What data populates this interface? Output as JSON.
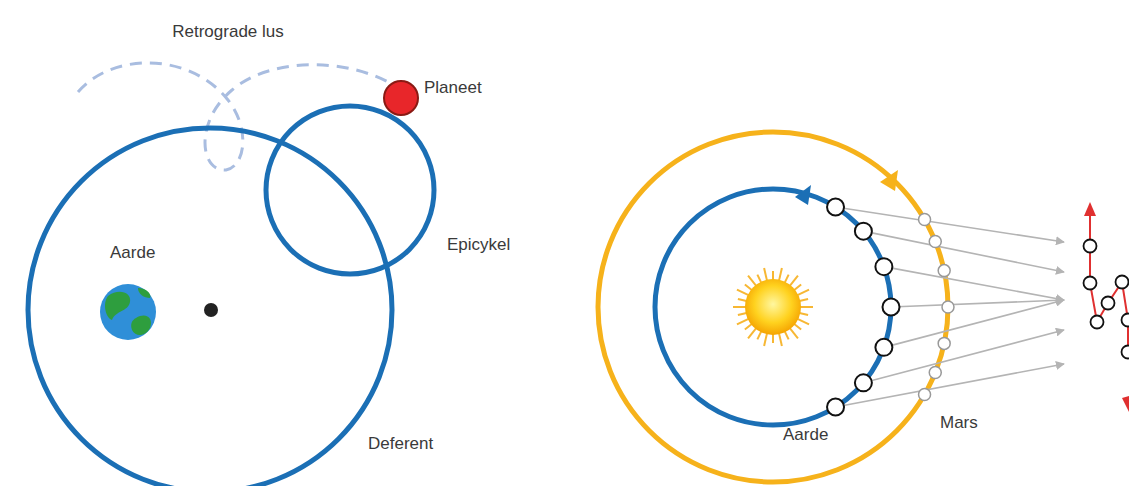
{
  "diagram": {
    "labels": [
      "Retrograde lus",
      "Planeet",
      "Aarde",
      "Epicykel",
      "Deferent",
      "Aarde",
      "Mars"
    ]
  }
}
